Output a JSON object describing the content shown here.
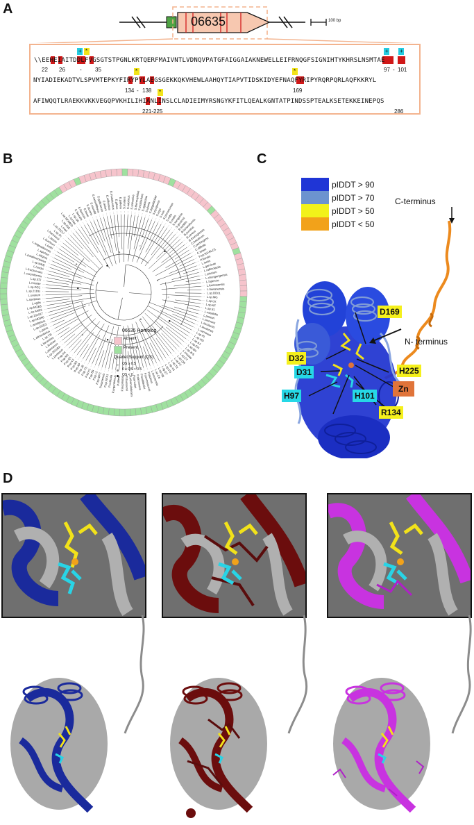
{
  "panels": {
    "a": "A",
    "b": "B",
    "c": "C",
    "d": "D"
  },
  "panel_a": {
    "gene_label": "06635",
    "scale_bar_label": "100 bp",
    "sequence_lines": [
      "\\\\EEHEIAITDDLFVGSGTSTPGNLKRTQERFMAIVNTLVDNQVPATGFAIGGAIAKNEWELLEIFRNQGFSIGNIHTYKHRSLNSMTAE",
      "NYIADIEKADTVLSPVMTEPKYFIRYPYLAEGSGEKKQKVHEWLAAHQYTIAPVTIDSKIDYEFNAQFYRIPYRQRPQRLAQFKKRYL",
      "AFIWQQTLRAEKKVKKVEGQPVKHILIHIANLINSLCLADIEIMYRSNGYKFITLQEALKGNTATPINDSSPTEALKSETEKKEINEPQS"
    ],
    "numbers": {
      "n22": "22",
      "n26": "26",
      "n35": "35",
      "n97": "97",
      "n101": "101",
      "n134": "134",
      "n138": "138",
      "n169": "169",
      "n221": "221-225",
      "n286": "286"
    },
    "marks": {
      "plus": "+",
      "star": "*",
      "minus": "-"
    }
  },
  "panel_b": {
    "legend_title": "06635 Homolog",
    "absent_label": "Absent",
    "present_label": "Present",
    "qs_title": "Quartet Support (QS)",
    "qs_items": [
      "QS ≥ 0.5",
      "0 ≤ QS < 0.5",
      "QS < 0"
    ],
    "colors": {
      "absent": "#f6c4cc",
      "present": "#9fe19f"
    },
    "left_leaves": [
      "L.pentosus",
      "L.sp.2011BA",
      "L.plantarum",
      "L.lindneri",
      "L.farciminis",
      "L.sp.YB",
      "L.alimentarius",
      "L.panis",
      "L.sp.GSE3",
      "L.acidipiscis",
      "L.sp.M0390",
      "L.sp.201917",
      "L.sp.ASR3",
      "L.sp.MGE6",
      "L.agilis",
      "L.suebicus",
      "L.uvarum",
      "L.sp.21DG",
      "L.sp.DG1",
      "L.rossiae",
      "L.sp.STI",
      "L.coryniformis",
      "L.fructivorans",
      "L.hordei",
      "L.sp.WKB",
      "L.paralimentarius",
      "L.siliginis",
      "L.spicheri",
      "L.nagasakiensis",
      "L.kefiri",
      "L.buchneri",
      "L.brevis",
      "L.hammesii",
      "L.sp.Sc",
      "L.sp.20217",
      "L.mali",
      "L.sp.IGE",
      "L.sp.MOMED",
      "L.zymae",
      "L.sp.SC"
    ],
    "right_leaves": [
      "L.lactis",
      "L.garvieae",
      "L.raffinolactis",
      "L.piscium",
      "L.chungangensis",
      "L.fujiensis",
      "L.formosensis",
      "L.taiwanensis",
      "L.sp.DD01",
      "L.sp.MG",
      "L.sp.LK",
      "L.sp.KF",
      "L.sp.S1",
      "L.nasalidis",
      "L.petauri",
      "L.cremoris",
      "L.hircilactis",
      "L.laudensis",
      "L.carnosus",
      "L.sp.PL",
      "L.sp.HD",
      "L.sp.A1",
      "L.sp.GN",
      "L.sp.BH",
      "L.sp.WS",
      "L.insulae",
      "L.sp.ZT",
      "L.sp.QR",
      "L.sp.F2",
      "L.sp.TK",
      "L.sp.V4",
      "L.sp.P3",
      "L.sp.E7",
      "L.sp.NB",
      "L.sp.C6",
      "L.lucusensis"
    ],
    "bottom_leaves": [
      "P.lacticus",
      "P.pentosaceus",
      "P.acidilactici",
      "P.damnosus",
      "P.parvulus",
      "P.ethanolidurans",
      "P.claussenii",
      "P.inopinatus",
      "P.stilesii",
      "P.argentinicus",
      "P.cellicola",
      "P.sp.NFFJ",
      "P.siamensis",
      "P.sp.MFC",
      "P.sp.L2",
      "P.sp.B9",
      "P.sp.K1",
      "P.sp.T5",
      "P.sp.J8",
      "P.sp.AP",
      "P.sp.R3",
      "P.sp.Y2",
      "P.sp.Q1",
      "P.sp.N6",
      "P.sp.H4"
    ],
    "top_leaves": [
      "E.faecalis",
      "E.faecium",
      "E.hirae",
      "E.durans",
      "E.mundtii",
      "E.casseliflavus",
      "E.gallinarum",
      "E.avium",
      "E.raffinosus",
      "E.malodoratus",
      "E.gilvus",
      "E.pallens",
      "S.mutans",
      "S.sobrinus",
      "S.salivarius",
      "S.thermophilus",
      "S.vestibularis",
      "S.agalactiae",
      "S.uberis",
      "S.dysgalactiae",
      "S.pyogenes",
      "S.equi",
      "S.suis",
      "S.pneumoniae",
      "S.mitis",
      "S.oralis",
      "S.sanguinis",
      "S.gordonii",
      "B.subtilis",
      "B.licheniformis",
      "B.pumilus",
      "B.cereus",
      "B.thuringiensis",
      "C.botulinum",
      "C.perfringens",
      "C.difficile",
      "C.tetani",
      "P.sp.NZ-RLO1",
      "P.floralis"
    ]
  },
  "panel_c": {
    "legend": [
      {
        "label": "pIDDT > 90",
        "color": "#1f35d6"
      },
      {
        "label": "pIDDT > 70",
        "color": "#6c93cf"
      },
      {
        "label": "pIDDT > 50",
        "color": "#f2f21a"
      },
      {
        "label": "pIDDT < 50",
        "color": "#f2a21a"
      }
    ],
    "c_terminus": "C-terminus",
    "n_terminus": "N- terminus",
    "labels": {
      "d169": "D169",
      "d32": "D32",
      "d31": "D31",
      "h225": "H225",
      "zn": "Zn",
      "h97": "H97",
      "h101": "H101",
      "r134": "R134"
    },
    "colors": {
      "yellow_label": "#f5f01c",
      "cyan_label": "#26d8e6",
      "zn_label": "#e0743a"
    }
  },
  "panel_d": {
    "structure_colors": [
      "#1a2a9c",
      "#6b0d0d",
      "#c833e0"
    ],
    "reference_color": "#9a9a9a"
  }
}
